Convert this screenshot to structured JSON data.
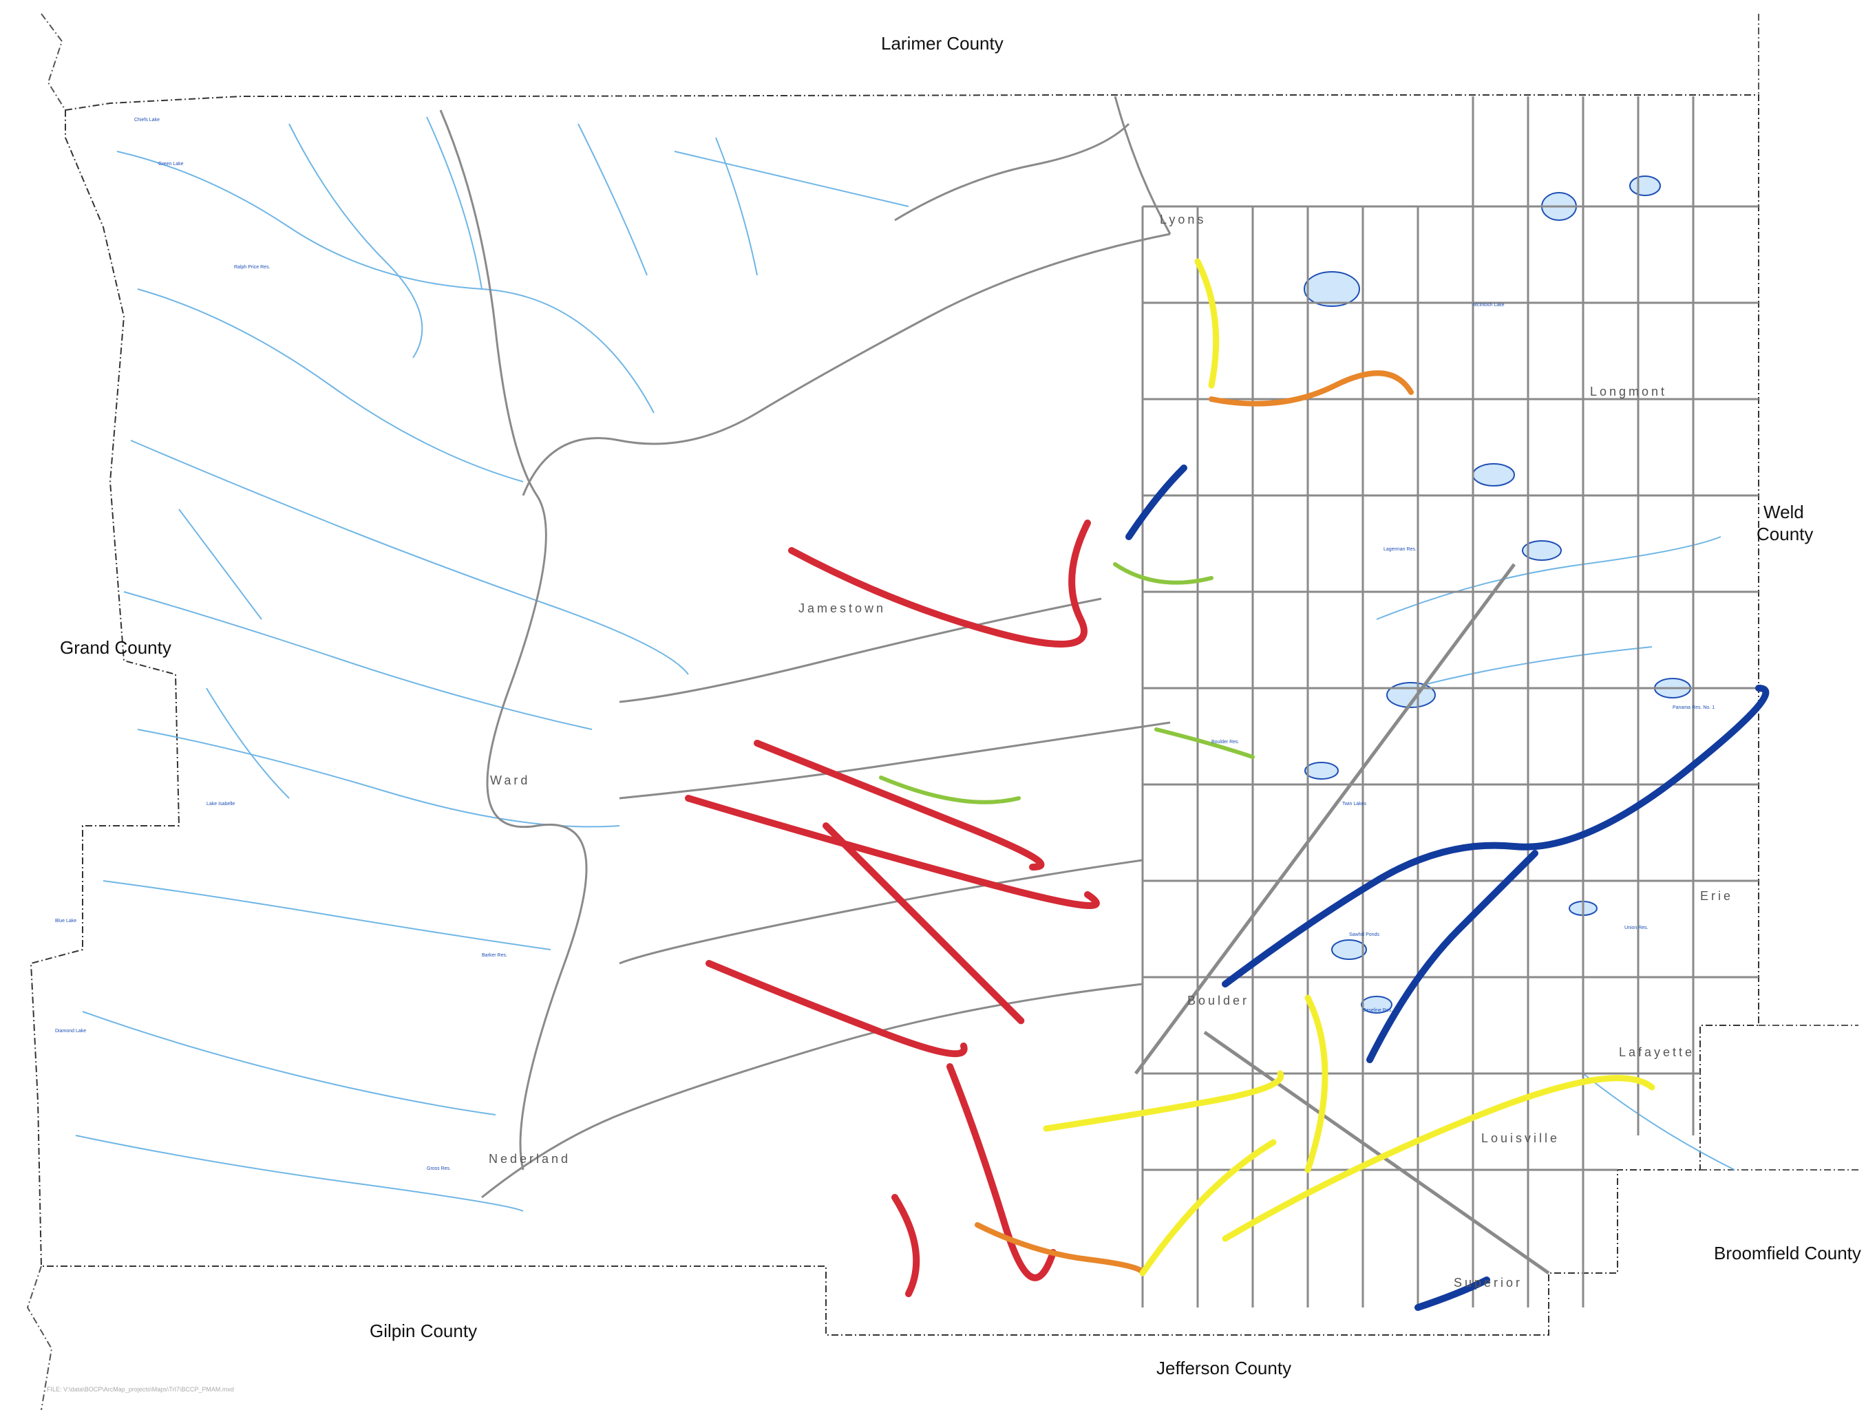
{
  "map": {
    "counties": {
      "larimer": "Larimer County",
      "grand": "Grand County",
      "gilpin": "Gilpin County",
      "jefferson": "Jefferson County",
      "broomfield": "Broomfield County",
      "weld_line1": "Weld",
      "weld_line2": "County"
    },
    "towns": {
      "lyons": "Lyons",
      "longmont": "Longmont",
      "jamestown": "Jamestown",
      "ward": "Ward",
      "boulder": "Boulder",
      "nederland": "Nederland",
      "lafayette": "Lafayette",
      "louisville": "Louisville",
      "superior": "Superior",
      "erie": "Erie"
    },
    "lakes": [
      "Chiefs Lake",
      "Green Lake",
      "Ralph Price Res.",
      "Boulder Res.",
      "Gross Res.",
      "Barker Res.",
      "Baseline Res.",
      "Sawhill Ponds",
      "Twin Lakes",
      "Lake Isabelle",
      "Blue Lake",
      "Diamond Lake",
      "Lagerman Res.",
      "McIntosh Lake",
      "Union Res.",
      "Panama Res. No. 1"
    ],
    "footer": "FILE: V:\\data\\BOCP\\ArcMap_projects\\Maps\\TrI7\\BCCP_PMAM.mxd",
    "colors": {
      "background": "#ffffff",
      "boundary": "#333333",
      "roads": "#8a8a8a",
      "streams": "#6fb6e6",
      "lakes": "#1e4fb5",
      "red": "#d42a35",
      "orange": "#e8862a",
      "yellow": "#f4ef2e",
      "green": "#8cc63f",
      "blue": "#123b9e"
    }
  }
}
